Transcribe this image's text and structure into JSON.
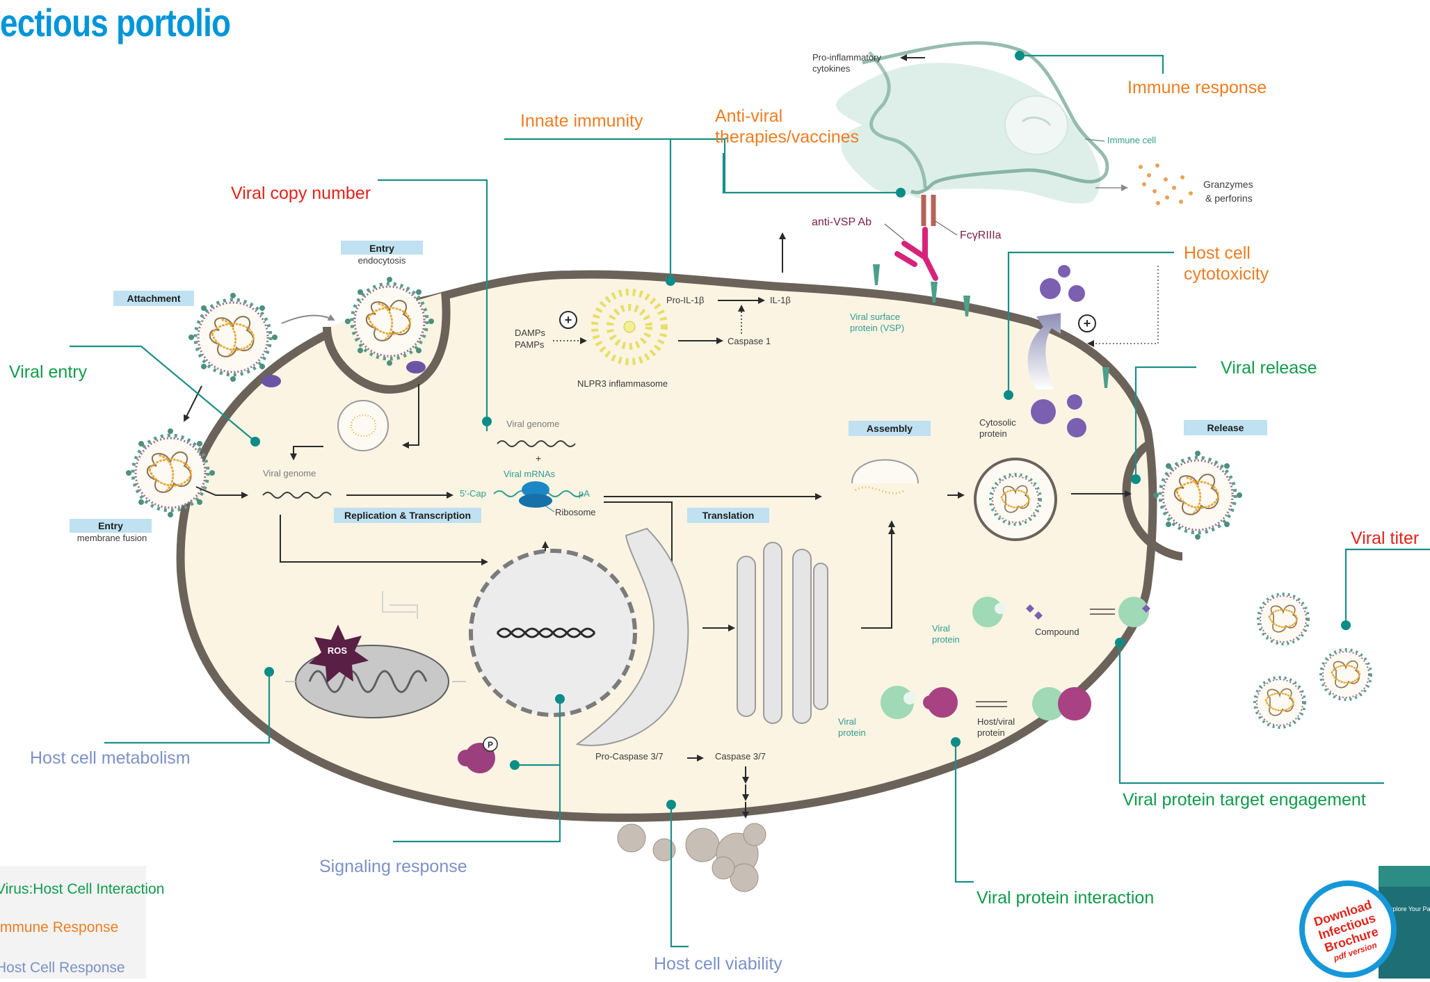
{
  "title": "ectious portolio",
  "categories": {
    "viral_entry": "Viral entry",
    "viral_copy_number": "Viral copy number",
    "innate_immunity": "Innate immunity",
    "antiviral_line1": "Anti-viral",
    "antiviral_line2": "therapies/vaccines",
    "immune_response": "Immune response",
    "host_cytotoxicity_line1": "Host cell",
    "host_cytotoxicity_line2": "cytotoxicity",
    "viral_release": "Viral release",
    "viral_titer": "Viral titer",
    "target_engagement": "Viral protein target engagement",
    "protein_interaction": "Viral protein interaction",
    "host_viability": "Host cell viability",
    "signaling_response": "Signaling response",
    "host_metabolism": "Host cell metabolism"
  },
  "stages": {
    "attachment": "Attachment",
    "entry_endocytosis_title": "Entry",
    "entry_endocytosis_sub": "endocytosis",
    "entry_fusion_title": "Entry",
    "entry_fusion_sub": "membrane fusion",
    "replication": "Replication & Transcription",
    "translation": "Translation",
    "assembly": "Assembly",
    "release": "Release"
  },
  "labels": {
    "pro_inflammatory_1": "Pro-inflammatory",
    "pro_inflammatory_2": "cytokines",
    "immune_cell": "Immune cell",
    "granzymes_1": "Granzymes",
    "granzymes_2": "& perforins",
    "anti_vsp": "anti-VSP Ab",
    "fcgr": "FcγRIIIa",
    "vsp_1": "Viral surface",
    "vsp_2": "protein (VSP)",
    "pro_il1b": "Pro-IL-1β",
    "il1b": "IL-1β",
    "caspase1": "Caspase 1",
    "damps": "DAMPs",
    "pamps": "PAMPs",
    "nlrp3": "NLPR3 inflammasome",
    "viral_genome_top": "Viral genome",
    "plus": "+",
    "viral_mrnas": "Viral mRNAs",
    "cap": "5'-Cap",
    "pa": "pA",
    "ribosome": "Ribosome",
    "viral_genome_left": "Viral genome",
    "cytosolic_1": "Cytosolic",
    "cytosolic_2": "protein",
    "viral_protein_a1": "Viral",
    "viral_protein_a2": "protein",
    "compound": "Compound",
    "viral_protein_b1": "Viral",
    "viral_protein_b2": "protein",
    "host_viral_1": "Host/viral",
    "host_viral_2": "protein",
    "ros": "ROS",
    "phospho": "P",
    "pro_caspase37": "Pro-Caspase 3/7",
    "caspase37": "Caspase 3/7"
  },
  "legend": {
    "item1": "Virus:Host Cell Interaction",
    "item2": "Immune Response",
    "item3": "Host Cell Response"
  },
  "brochure": {
    "line1": "Download",
    "line2": "Infectious",
    "line3": "Brochure",
    "line4": "pdf version",
    "cover_text": "Explore Your Path to Study Infectious"
  },
  "colors": {
    "virus_host": "#0f9b4a",
    "immune": "#ee7d22",
    "host_response": "#7c91c8",
    "viral_replication": "#e2231a",
    "title": "#0095d9",
    "leader": "#1a8f87",
    "cell_fill": "#fbf4e3",
    "membrane": "#6b625a"
  }
}
